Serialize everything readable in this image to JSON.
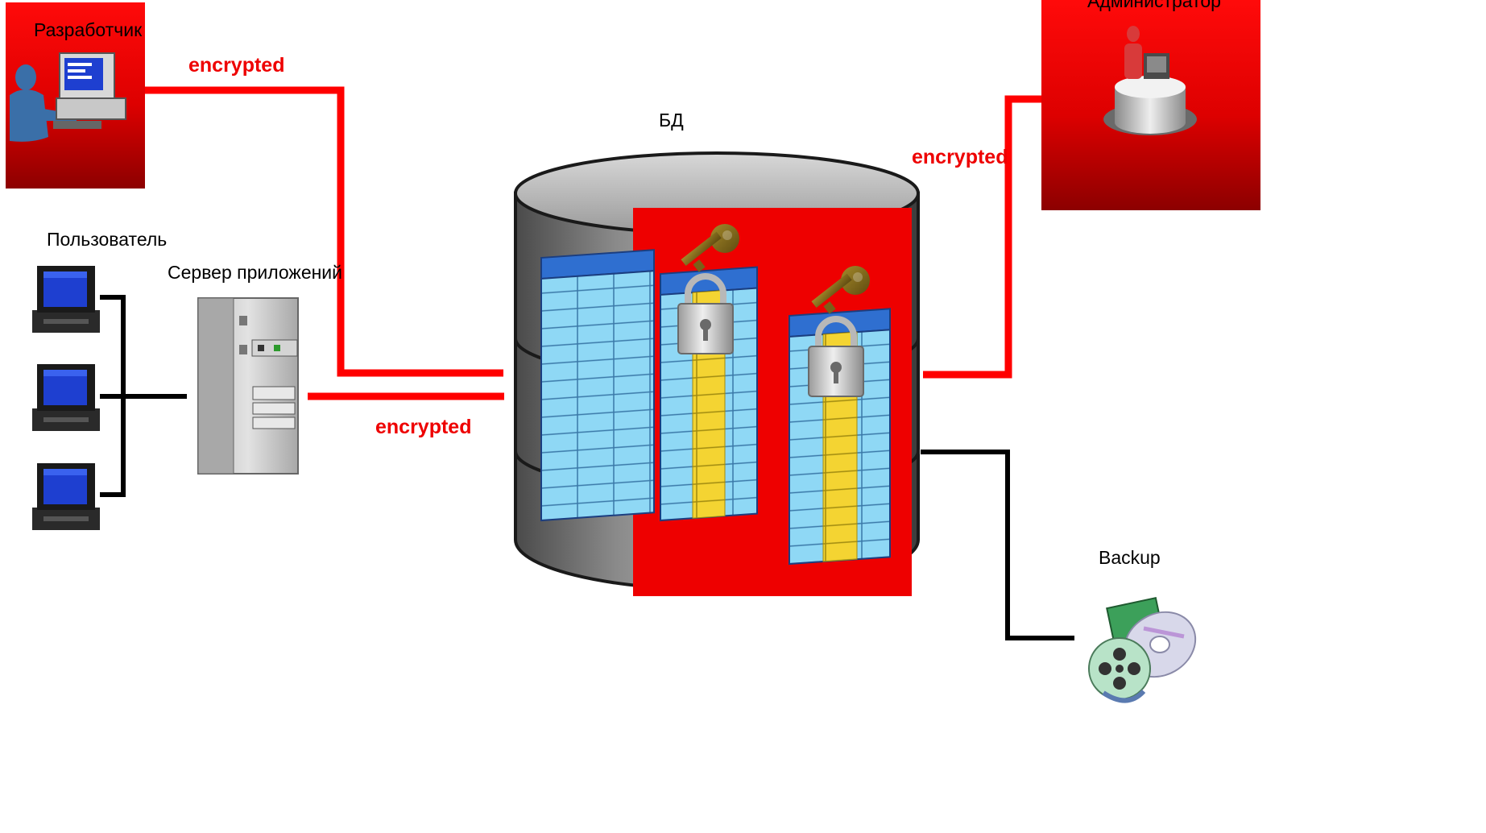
{
  "nodes": {
    "developer": "Разработчик",
    "administrator": "Администратор",
    "user": "Пользователь",
    "app_server": "Сервер приложений",
    "database": "БД",
    "backup": "Backup"
  },
  "links": {
    "developer_db": "encrypted",
    "appserver_db": "encrypted",
    "db_admin": "encrypted"
  },
  "colors": {
    "encrypted_link": "#ff0000",
    "plain_link": "#000000",
    "accent": "#ee0000"
  }
}
